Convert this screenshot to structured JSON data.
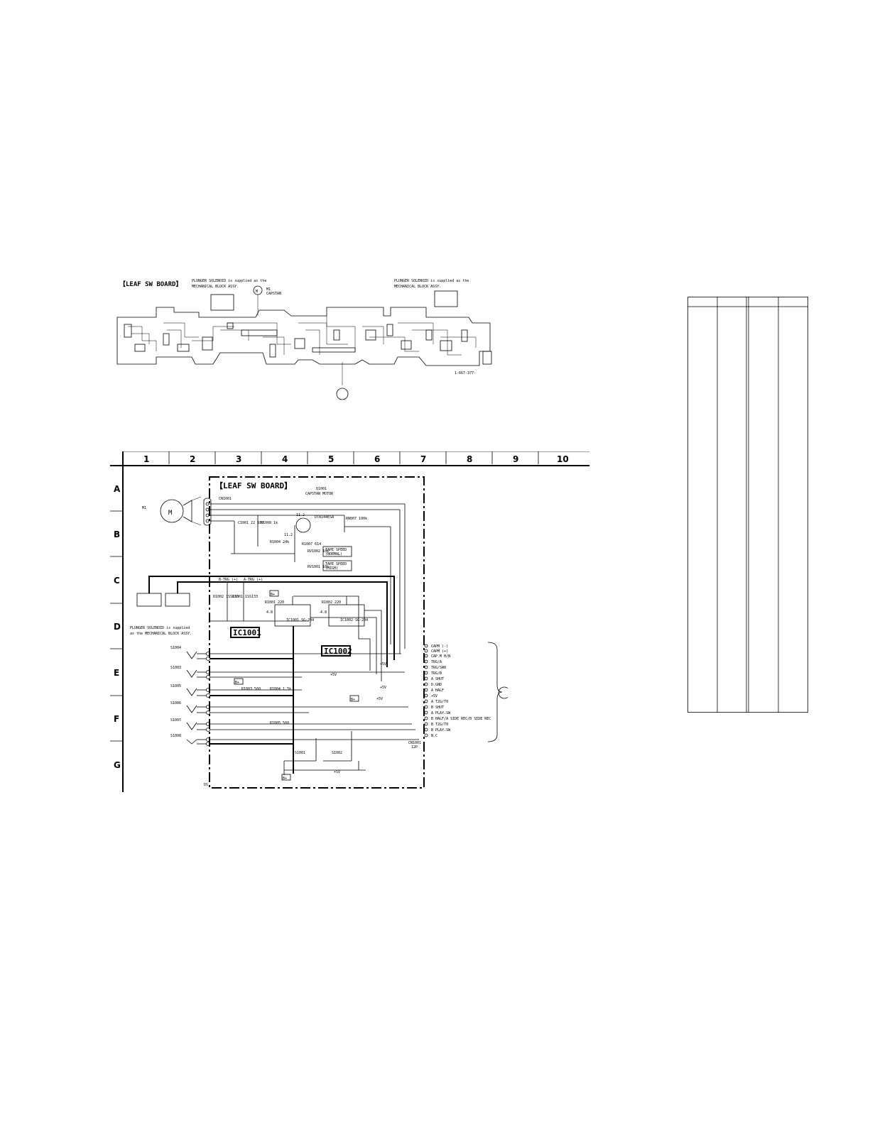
{
  "board_view": {
    "title": "【LEAF SW BOARD】",
    "note_left_line1": "PLUNGER SOLENOID is supplied as the",
    "note_left_line2": "MECHANICAL BLOCK ASSY.",
    "note_right_line1": "PLUNGER SOLENOID is supplied as the",
    "note_right_line2": "MECHANICAL BLOCK ASSY.",
    "motor_symbol": "M",
    "motor_ref": "M1",
    "motor_label": "CAPSTAN",
    "part_number": "1-667-377-",
    "connector_circle": ""
  },
  "grid": {
    "columns": [
      "1",
      "2",
      "3",
      "4",
      "5",
      "6",
      "7",
      "8",
      "9",
      "10"
    ],
    "rows": [
      "A",
      "B",
      "C",
      "D",
      "E",
      "F",
      "G"
    ]
  },
  "schematic": {
    "title": "【LEAF SW BOARD】",
    "q1001": "Q1001",
    "capstan_motor": "CAPSTAN MOTOR",
    "m1": "M1",
    "motor_symbol": "M",
    "cn1001": "CN1001",
    "q1001_part": "DTA144ESA",
    "v112a": "11.2",
    "v112b": "11.2",
    "r1007": "RN007 100k",
    "c1001": "C1001 22 16V",
    "r1008": "R1008 1k",
    "r1004": "R1004 24k",
    "r1007b": "R1007 614",
    "rv1002": "RV1002 10k",
    "rv1001": "RV1001 10k",
    "tape_speed1_line1": "TAPE SPEED",
    "tape_speed1_line2": "(NORMAL)",
    "tape_speed2_line1": "TAPE SPEED",
    "tape_speed2_line2": "(HIGH)",
    "b_trg": "B-TRG (+)",
    "a_trg": "A-TRG (+)",
    "d1002": "D1002 1SS133",
    "d1001": "D1001 1SS133",
    "b_plus1": "B+",
    "b_plus2": "B+",
    "r1001": "R1001 220",
    "r1002": "R1002 220",
    "v48a": "4.8",
    "v48b": "4.8",
    "ic1001_small": "IC1001 SG-204",
    "ic1002_small": "IC1002 SG-204",
    "ic1001": "IC1001",
    "ic1002": "IC1002",
    "solenoid_note_line1": "PLUNGER SOLENOID is supplied",
    "solenoid_note_line2": "as the MECHANICAL BLOCK ASSY.",
    "s1004": "S1004",
    "s1003": "S1003",
    "s1005": "S1005",
    "s1006": "S1006",
    "s1007": "S1007",
    "s1008": "S1008",
    "s1001": "S1001",
    "s1002": "S1002",
    "r1003": "R1003 560",
    "r1004b": "R1004 1.5k",
    "r1005": "R1005 560",
    "five_v1": "+5V",
    "five_v2": "+5V",
    "five_v3": "+5V",
    "five_v4": "+5V",
    "five_v5": "+5V",
    "b_plus3": "B+",
    "b_plus4": "B+",
    "b_plus5": "B+",
    "cn_ref": "CN1001",
    "cn_pins": "12P",
    "ds": "DS",
    "connector_circle": "",
    "pins": [
      "CAPM (-)",
      "CAPM (+)",
      "CAP.M H/N",
      "TRG/A",
      "TRG/SW8",
      "TRG/B",
      "A SHUT",
      "D.GND",
      "A HALF",
      "+5V",
      "A T2G/70",
      "B SHUT",
      "A PLAY.SW",
      "B HALF/A SIDE REC/B SIDE REC",
      "B T2G/70",
      "B PLAY.SW",
      "N.C"
    ]
  },
  "side_table": {
    "headers": [
      "",
      "",
      "",
      ""
    ]
  }
}
